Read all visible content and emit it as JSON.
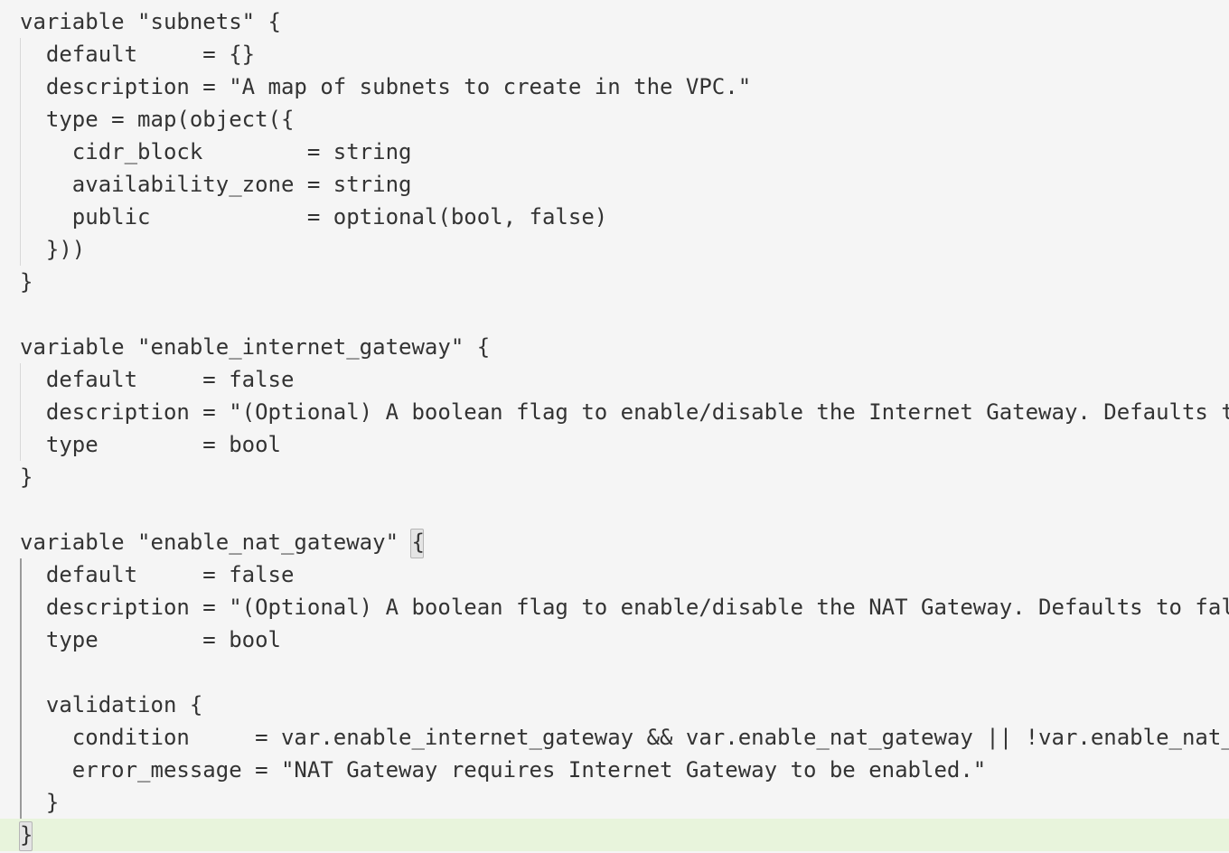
{
  "editor": {
    "language": "hcl",
    "current_line_color": "#e8f4dc",
    "lines": [
      "variable \"subnets\" {",
      "  default     = {}",
      "  description = \"A map of subnets to create in the VPC.\"",
      "  type = map(object({",
      "    cidr_block        = string",
      "    availability_zone = string",
      "    public            = optional(bool, false)",
      "  }))",
      "}",
      "",
      "variable \"enable_internet_gateway\" {",
      "  default     = false",
      "  description = \"(Optional) A boolean flag to enable/disable the Internet Gateway. Defaults t",
      "  type        = bool",
      "}",
      "",
      "variable \"enable_nat_gateway\" {",
      "  default     = false",
      "  description = \"(Optional) A boolean flag to enable/disable the NAT Gateway. Defaults to fal",
      "  type        = bool",
      "",
      "  validation {",
      "    condition     = var.enable_internet_gateway && var.enable_nat_gateway || !var.enable_nat_",
      "    error_message = \"NAT Gateway requires Internet Gateway to be enabled.\"",
      "  }",
      "}"
    ]
  }
}
